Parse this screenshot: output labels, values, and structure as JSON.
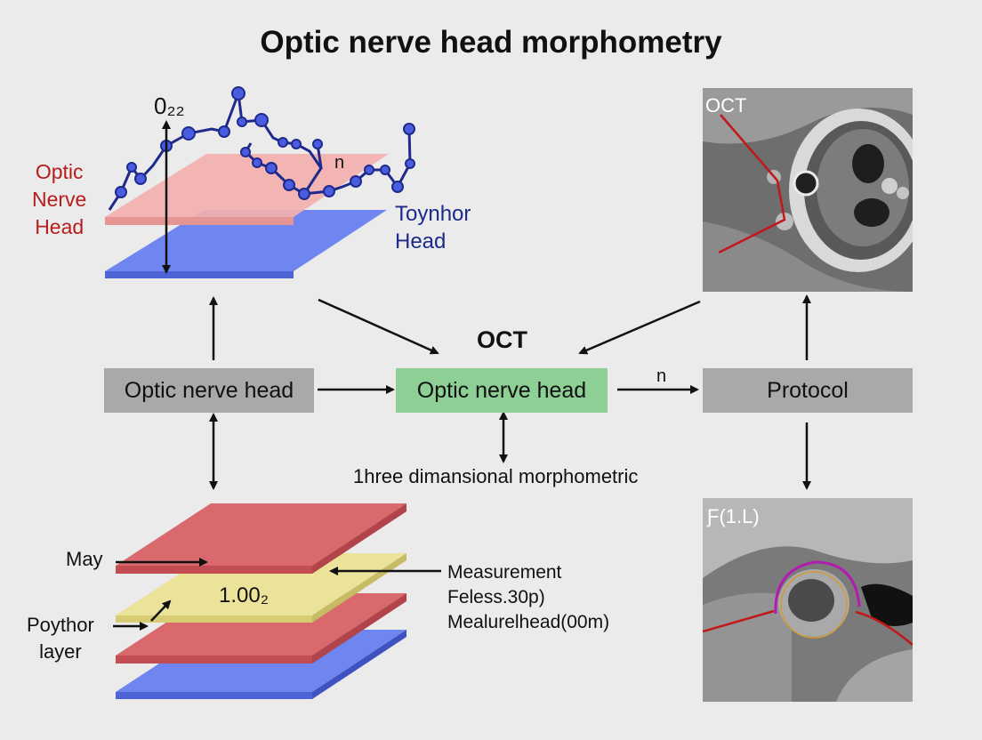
{
  "title": "Optic nerve head morphometry",
  "top_left": {
    "value_label": "0₂₂",
    "red_label": [
      "Optic",
      "Nerve",
      "Head"
    ],
    "small_n": "n",
    "navy_label": [
      "Toynhor",
      "Head"
    ]
  },
  "center": {
    "oct_label": "OCT",
    "box_left": "Optic nerve head",
    "box_center": "Optic nerve head",
    "arrow_n": "n",
    "box_right": "Protocol",
    "caption": "1hree dimansional morphometric"
  },
  "layers": {
    "label_may": "May",
    "label_poythor": [
      "Poythor",
      "layer"
    ],
    "center_value": "1.00₂",
    "right_text": [
      "Measurement",
      "Feless.30p)",
      "Mealurelhead(00m)"
    ]
  },
  "images": {
    "top_label": "OCT",
    "bottom_label": "Ƒ(1.L)"
  },
  "colors": {
    "red_plane": "#f2a9a9",
    "blue_plane": "#6f86f0",
    "network": "#1f2a8c",
    "node": "#4a5de0",
    "yellow_layer": "#ece39a",
    "red_layer": "#d9696c",
    "green_box": "#8dcf95",
    "gray_box": "#a9a9a9"
  }
}
